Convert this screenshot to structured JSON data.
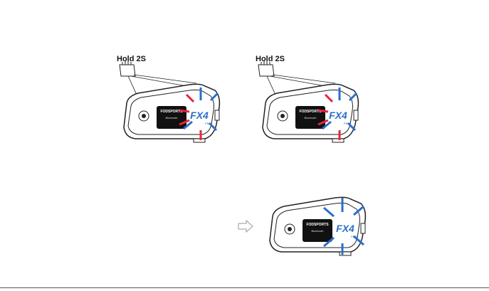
{
  "steps": [
    {
      "label": "Hold 2S",
      "leds": "red-blue"
    },
    {
      "label": "Hold 2S",
      "leds": "red-blue"
    }
  ],
  "result": {
    "leds": "blue"
  },
  "device": {
    "logo": "FX4",
    "badge": "PRO",
    "brand": "FODSPORTS",
    "bluetooth": "Bluetooth"
  },
  "colors": {
    "red": "#e8243c",
    "blue": "#2a6fc9",
    "outline": "#222222",
    "screen": "#111111"
  },
  "icons": [
    "finger-press-icon",
    "arrow-right-icon"
  ]
}
